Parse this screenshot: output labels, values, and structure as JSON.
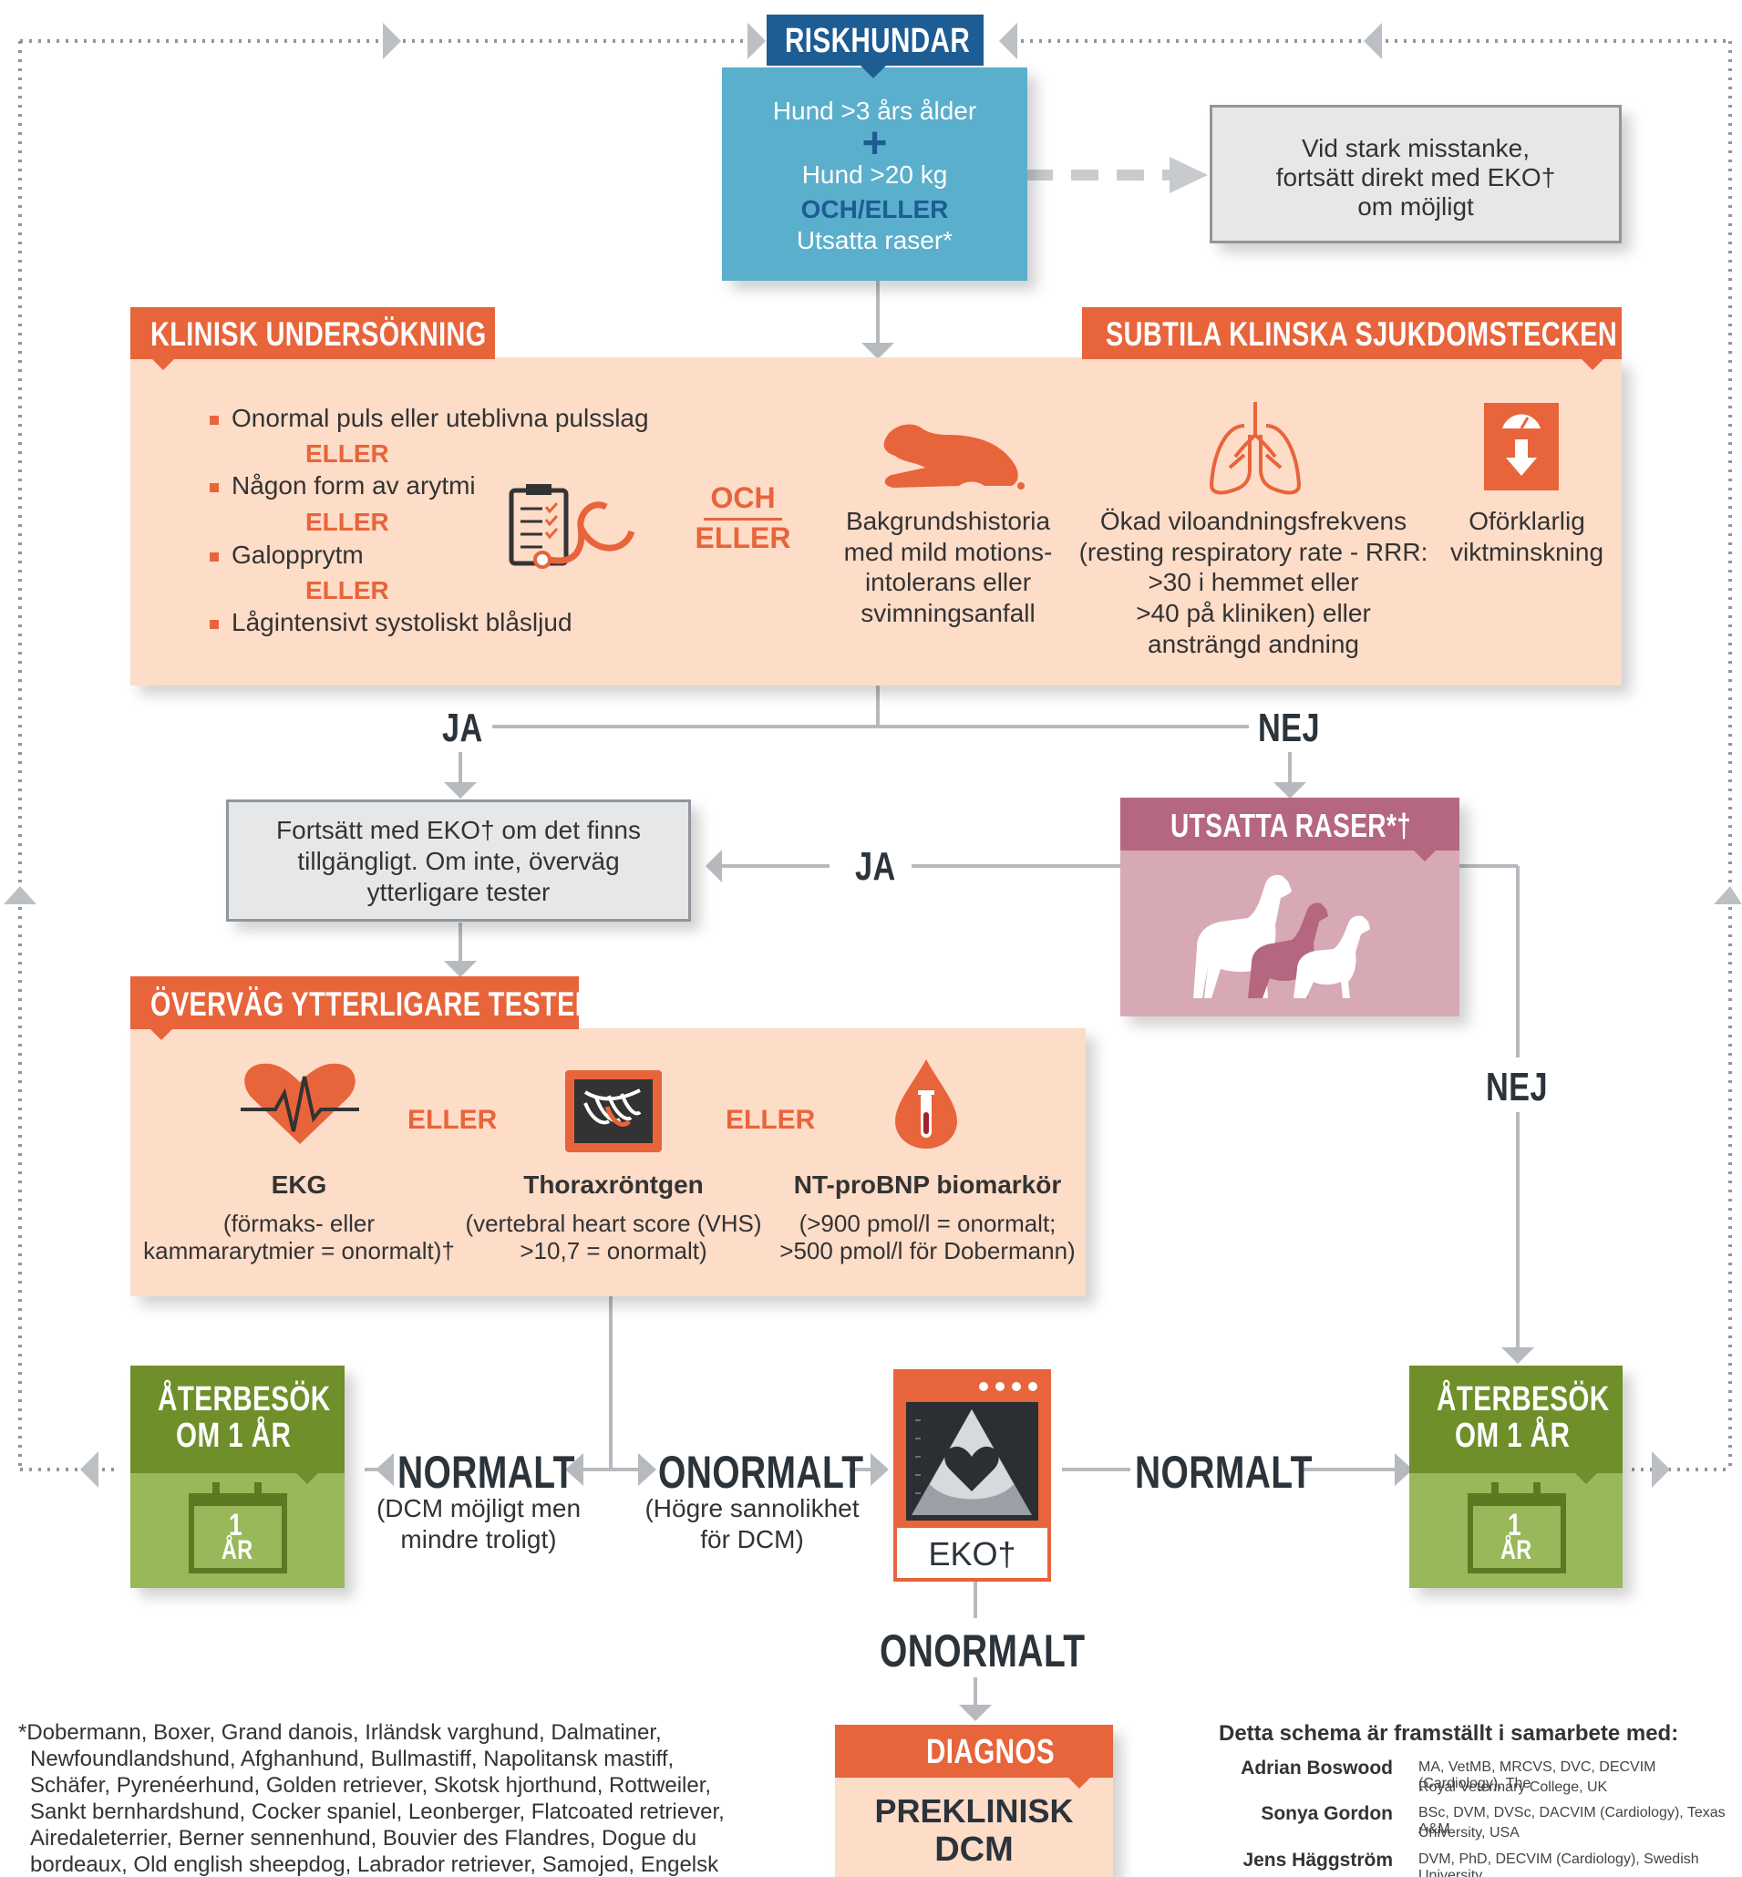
{
  "header": {
    "risk_title": "RISKHUNDAR",
    "risk_line1": "Hund >3 års ålder",
    "risk_plus": "+",
    "risk_line2": "Hund >20 kg",
    "risk_andor": "OCH/ELLER",
    "risk_line3": "Utsatta raser*",
    "suspicion": [
      "Vid stark misstanke,",
      "fortsätt direkt med EKO†",
      "om möjligt"
    ]
  },
  "clinical": {
    "title": "KLINISK UNDERSÖKNING",
    "items": [
      "Onormal puls eller uteblivna pulsslag",
      "Någon form av arytmi",
      "Galopprytm",
      "Lågintensivt systoliskt blåsljud"
    ],
    "or_label": "ELLER",
    "and_or_1": "OCH",
    "and_or_2": "ELLER"
  },
  "subtle": {
    "title": "SUBTILA KLINSKA SJUKDOMSTECKEN",
    "history": [
      "Bakgrundshistoria",
      "med mild motions-",
      "intolerans eller",
      "svimningsanfall"
    ],
    "rrr": [
      "Ökad viloandningsfrekvens",
      "(resting respiratory rate - RRR:",
      ">30 i hemmet eller",
      ">40 på kliniken) eller",
      "ansträngd andning"
    ],
    "weight": [
      "Oförklarlig",
      "viktminskning"
    ]
  },
  "branches": {
    "yes": "JA",
    "no": "NEJ",
    "normal": "NORMALT",
    "abnormal": "ONORMALT"
  },
  "continue_box": [
    "Fortsätt med EKO† om det finns",
    "tillgängligt. Om inte, överväg",
    "ytterligare tester"
  ],
  "breeds_box": {
    "title": "UTSATTA RASER*†"
  },
  "tests": {
    "title": "ÖVERVÄG YTTERLIGARE TESTER",
    "or_label": "ELLER",
    "ekg_title": "EKG",
    "ekg_desc": [
      "(förmaks- eller",
      "kammararytmier = onormalt)†"
    ],
    "xray_title": "Thoraxröntgen",
    "xray_desc": [
      "(vertebral heart score (VHS)",
      ">10,7 = onormalt)"
    ],
    "bnp_title": "NT-proBNP biomarkör",
    "bnp_desc": [
      "(>900 pmol/l = onormalt;",
      ">500 pmol/l för Dobermann)"
    ]
  },
  "recheck": {
    "title1": "ÅTERBESÖK",
    "title2": "OM 1 ÅR",
    "cal_num": "1",
    "cal_unit": "ÅR"
  },
  "outcomes": {
    "normal_note": [
      "(DCM möjligt men",
      "mindre troligt)"
    ],
    "abnormal_note": [
      "(Högre sannolikhet",
      "för DCM)"
    ],
    "eko_label": "EKO†"
  },
  "diagnosis": {
    "title": "DIAGNOS",
    "line1": "PREKLINISK",
    "line2": "DCM"
  },
  "footnote": [
    "*Dobermann, Boxer, Grand danois, Irländsk varghund, Dalmatiner,",
    "Newfoundlandshund, Afghanhund, Bullmastiff, Napolitansk mastiff,",
    "Schäfer, Pyrenéerhund, Golden retriever, Skotsk hjorthund, Rottweiler,",
    "Sankt bernhardshund, Cocker spaniel, Leonberger, Flatcoated retriever,",
    "Airedaleterrier, Berner sennenhund, Bouvier des Flandres, Dogue du",
    "bordeaux, Old english sheepdog, Labrador retriever, Samojed, Engelsk"
  ],
  "credits": {
    "heading": "Detta schema är framställt i samarbete med:",
    "people": [
      {
        "name": "Adrian Boswood",
        "lines": [
          "MA, VetMB, MRCVS, DVC, DECVIM (Cardiology), The",
          "Royal Veterinary College, UK"
        ]
      },
      {
        "name": "Sonya Gordon",
        "lines": [
          "BSc, DVM, DVSc, DACVIM (Cardiology), Texas A&M",
          "University, USA"
        ]
      },
      {
        "name": "Jens Häggström",
        "lines": [
          "DVM, PhD, DECVIM (Cardiology), Swedish University",
          ""
        ]
      }
    ]
  },
  "colors": {
    "navy": "#1e5c94",
    "teal": "#5aafcc",
    "orange": "#e8643a",
    "salmon": "#fddcc8",
    "grey_box": "#e6e7e9",
    "mauve_header": "#b5677f",
    "mauve_body": "#d6a9b5",
    "green_dark": "#6e8f2a",
    "green_light": "#98b85a",
    "dark_text": "#2b333b"
  }
}
